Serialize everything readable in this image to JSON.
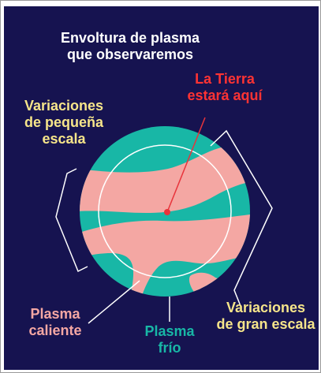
{
  "labels": {
    "plasma_envelope": [
      "Envoltura de plasma",
      "que observaremos"
    ],
    "earth_location": [
      "La Tierra",
      "estará aquí"
    ],
    "small_scale": [
      "Variaciones",
      "de pequeña",
      "escala"
    ],
    "large_scale": [
      "Variaciones",
      "de gran escala"
    ],
    "hot_plasma": [
      "Plasma",
      "caliente"
    ],
    "cold_plasma": [
      "Plasma",
      "frío"
    ]
  },
  "colors": {
    "background": "#161350",
    "hot_plasma": "#f4a7a3",
    "cold_plasma": "#18b7a6",
    "earth_marker": "#e8343b",
    "title_text": "#ffffff",
    "scale_text": "#f6e58a"
  }
}
